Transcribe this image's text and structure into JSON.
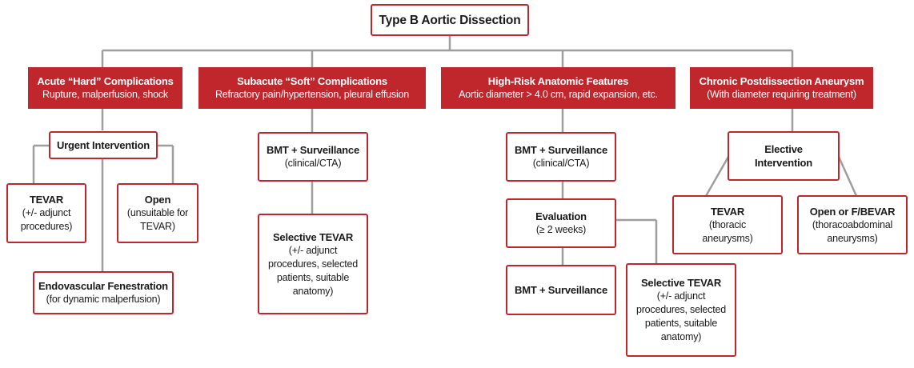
{
  "root": {
    "title": "Type B Aortic Dissection"
  },
  "categories": [
    {
      "title": "Acute “Hard” Complications",
      "subtitle": "Rupture, malperfusion, shock"
    },
    {
      "title": "Subacute “Soft” Complications",
      "subtitle": "Refractory pain/hypertension, pleural effusion"
    },
    {
      "title": "High-Risk Anatomic Features",
      "subtitle": "Aortic diameter > 4.0 cm, rapid expansion, etc."
    },
    {
      "title": "Chronic Postdissection Aneurysm",
      "subtitle": "(With diameter requiring treatment)"
    }
  ],
  "acute": {
    "urgent": {
      "title": "Urgent Intervention"
    },
    "tevar": {
      "title": "TEVAR",
      "lines": [
        "(+/- adjunct",
        "procedures)"
      ]
    },
    "open": {
      "title": "Open",
      "lines": [
        "(unsuitable for",
        "TEVAR)"
      ]
    },
    "fenestration": {
      "title": "Endovascular Fenestration",
      "lines": [
        "(for dynamic malperfusion)"
      ]
    }
  },
  "subacute": {
    "bmt": {
      "title": "BMT + Surveillance",
      "lines": [
        "(clinical/CTA)"
      ]
    },
    "selective": {
      "title": "Selective TEVAR",
      "lines": [
        "(+/- adjunct",
        "procedures, selected",
        "patients, suitable",
        "anatomy)"
      ]
    }
  },
  "highrisk": {
    "bmt": {
      "title": "BMT + Surveillance",
      "lines": [
        "(clinical/CTA)"
      ]
    },
    "evaluation": {
      "title": "Evaluation",
      "lines": [
        "(≥ 2 weeks)"
      ]
    },
    "bmt2": {
      "title": "BMT + Surveillance"
    },
    "selective": {
      "title": "Selective TEVAR",
      "lines": [
        "(+/- adjunct",
        "procedures, selected",
        "patients, suitable",
        "anatomy)"
      ]
    }
  },
  "chronic": {
    "elective": {
      "title_lines": [
        "Elective",
        "Intervention"
      ]
    },
    "tevar": {
      "title": "TEVAR",
      "lines": [
        "(thoracic",
        "aneurysms)"
      ]
    },
    "open": {
      "title": "Open or F/BEVAR",
      "lines": [
        "(thoracoabdominal",
        "aneurysms)"
      ]
    }
  },
  "colors": {
    "accent": "#c0272d",
    "connector": "#9e9e9e",
    "text": "#1a1a1a"
  }
}
